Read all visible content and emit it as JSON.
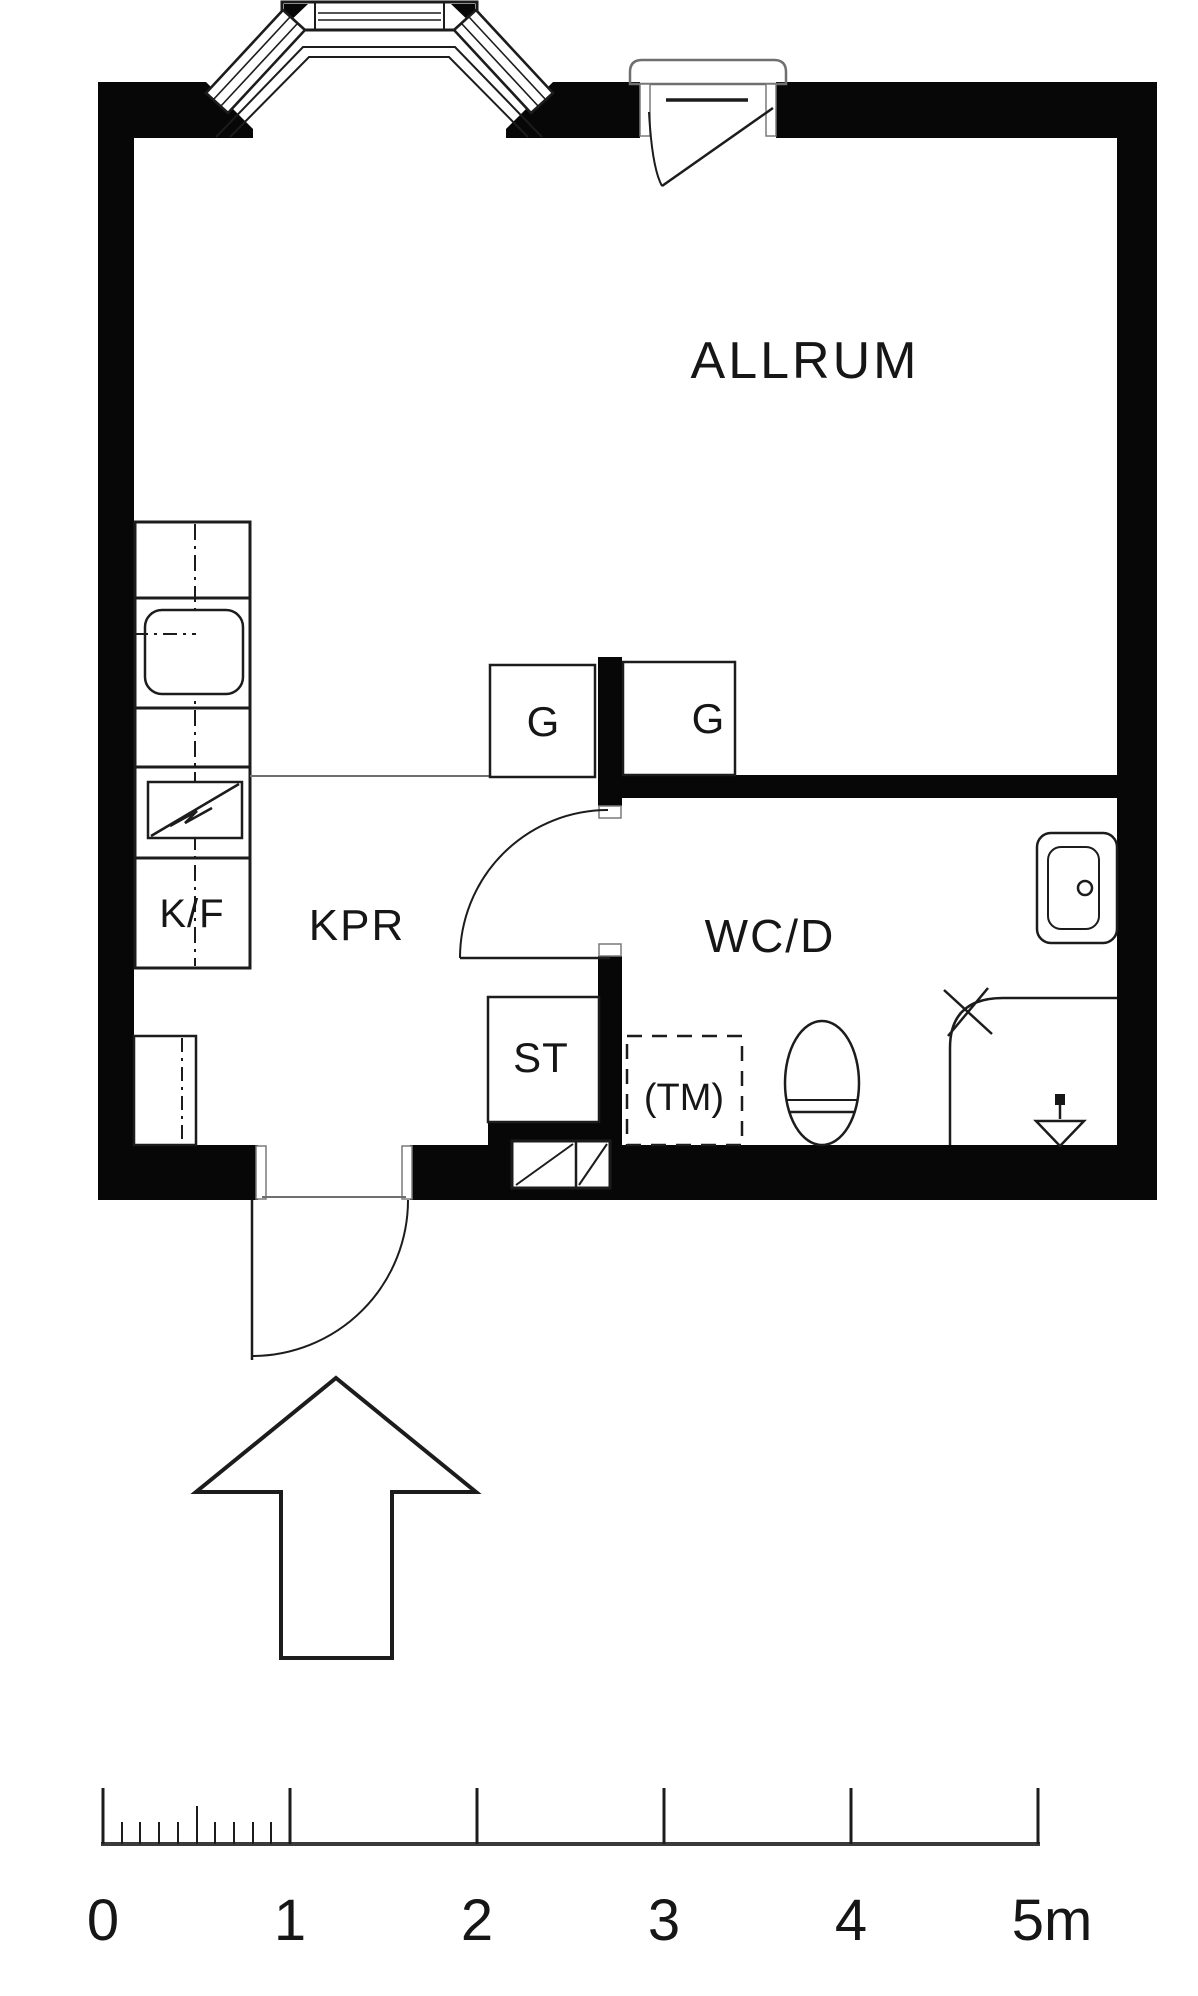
{
  "plan": {
    "type": "apartment-floor-plan",
    "background": "#ffffff",
    "wall_color": "#070707",
    "line_color": "#1c1c1c",
    "thin_line_color": "#6f6f6f",
    "rooms": {
      "living": {
        "label": "ALLRUM"
      },
      "kitchenette": {
        "label": "KPR"
      },
      "bathroom": {
        "label": "WC/D"
      }
    },
    "closets": {
      "wardrobe_left": {
        "label": "G"
      },
      "wardrobe_right": {
        "label": "G"
      },
      "storage": {
        "label": "ST"
      }
    },
    "appliances": {
      "fridge_freezer": {
        "label": "K/F"
      },
      "washing_machine": {
        "label": "(TM)"
      }
    }
  },
  "scale_bar": {
    "labels": [
      "0",
      "1",
      "2",
      "3",
      "4",
      "5m"
    ],
    "meters_per_major_tick": 1
  }
}
